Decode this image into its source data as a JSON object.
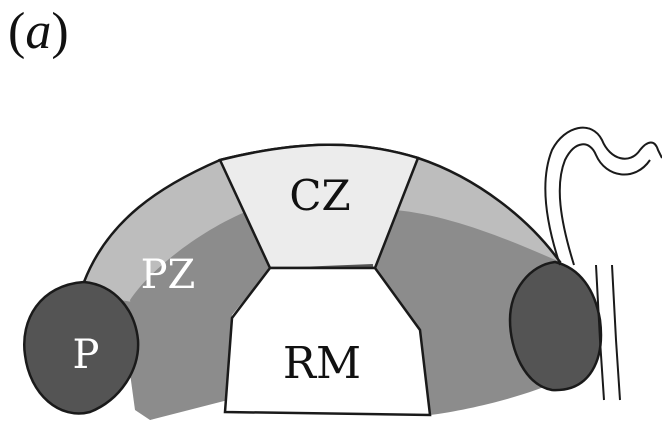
{
  "figure": {
    "panel_label_open": "(",
    "panel_label_letter": "a",
    "panel_label_close": ")"
  },
  "regions": {
    "central_zone": "CZ",
    "peripheral_zone": "PZ",
    "primordium": "P",
    "rib_meristem": "RM"
  },
  "colors": {
    "outline": "#1a1a1a",
    "cz_fill": "#ececec",
    "pz_fill": "#bdbdbd",
    "inner_gray": "#8c8c8c",
    "primordium_fill": "#545454",
    "white_text": "#ffffff",
    "dark_text": "#111111"
  }
}
